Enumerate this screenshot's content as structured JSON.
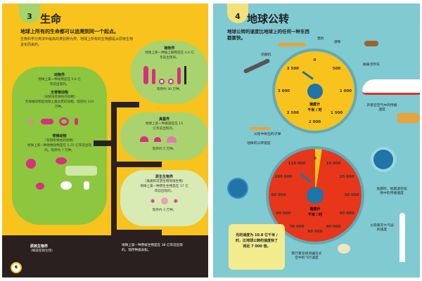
{
  "left": {
    "section_number": "3",
    "title": "生命",
    "lead": "地球上所有的生命都可以追溯到同一个起点。",
    "intro": "生物科学分类法中最高的类别称为界。地球上所有的生物都是从原核生物进化而来的。",
    "plants": {
      "name": "植物界",
      "text": "地球上第一种陆上植物是在 4.6 亿年前出现的。",
      "count": "现存约 30 万种。"
    },
    "animals": {
      "name": "动物界",
      "text": "地球上第一种动物是在 5.6 亿年前出现的。"
    },
    "invertebrates": {
      "name": "无脊椎动物",
      "note": "（背侧没有脊柱的动物）",
      "text": "无脊椎动物是地球上最古老的动物。现存约 120 万种。"
    },
    "vertebrates": {
      "name": "脊椎动物",
      "note": "（背侧有脊柱的动物）",
      "text": "地球上第一种脊椎动物是在 5.25 亿年前出现的。现存约 7 万种。"
    },
    "fungi": {
      "name": "真菌界",
      "text": "地球上第一种真菌是在 15 亿年前出现的。",
      "count": "现存约 5 万种。"
    },
    "protists": {
      "name": "原生生物界",
      "note": "（藻类和浮游生物等微生物）",
      "text": "地球上第一种原生生物是在 17 亿年前出现的。",
      "count": "现存约 3 万种。"
    },
    "prokaryotes": {
      "name": "原核生物界",
      "note": "（细菌等微生物）",
      "text": "地球上第一种原核生物是在 38 亿年前出现的。现存种类未知。"
    },
    "page_number": "6"
  },
  "right": {
    "section_number": "4",
    "title": "地球公转",
    "lead": "地球公转的速度比地球上的任何一种东西都要快。",
    "gauge1": {
      "ticks": [
        "0",
        "500",
        "1 000",
        "1 500",
        "2 000",
        "2 500",
        "3 000",
        "3 500"
      ],
      "center": "速度计",
      "unit": "千米 / 时",
      "labels": {
        "cheetah": "猎豹",
        "falcon": "游隼",
        "spyplane": "侦察机",
        "maglev": "磁悬浮列车",
        "sound": "声音在空气中的传播速度",
        "bullet": "从枪中射出的子弹"
      }
    },
    "gauge2": {
      "ticks": [
        "0",
        "10 000",
        "20 000",
        "30 000",
        "40 000",
        "50 000",
        "60 000",
        "70 000",
        "80 000",
        "90 000",
        "100 000",
        "110 000"
      ],
      "center": "速度计",
      "unit": "千米 / 时",
      "labels": {
        "earth": "地球的公转速度",
        "quake": "地震时，地震波在地壳中的传播速度",
        "rocket": "火箭离开大气层的速度",
        "voyager": "旅行者号探测器在太空中的飞行速度"
      }
    },
    "light_box": "光的速度为 10.8 亿千米 / 时，比地球公转的速度快了将近 7 000 倍。",
    "colors": {
      "gauge1": "#f8c31c",
      "gauge2": "#e8361a",
      "hub": "#1f74a8"
    }
  }
}
